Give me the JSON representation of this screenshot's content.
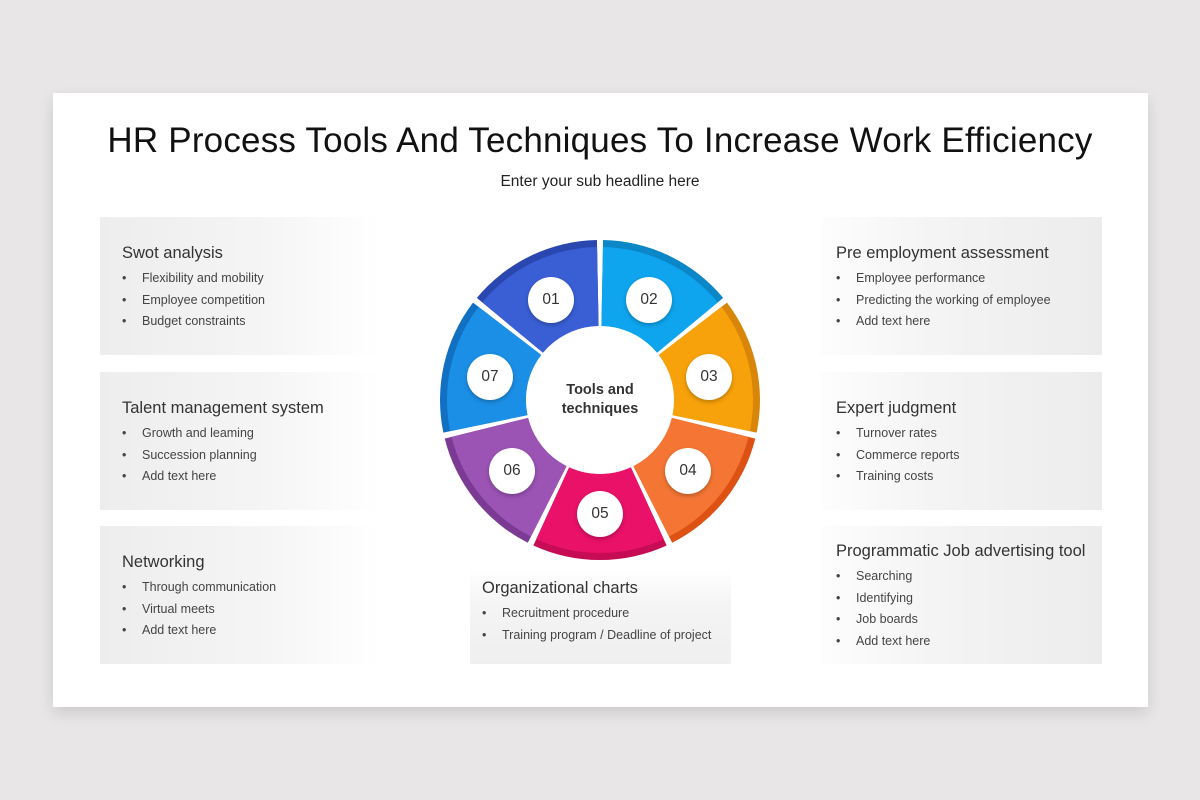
{
  "header": {
    "title": "HR Process Tools And Techniques To Increase Work Efficiency",
    "subtitle": "Enter your sub headline here"
  },
  "wheel": {
    "center_label_line1": "Tools and",
    "center_label_line2": "techniques",
    "segments": [
      {
        "number": "01",
        "color": "#3a5fd4",
        "dark": "#2a47b0"
      },
      {
        "number": "02",
        "color": "#0ea5ee",
        "dark": "#0b86c6"
      },
      {
        "number": "03",
        "color": "#f7a20a",
        "dark": "#d7860a"
      },
      {
        "number": "04",
        "color": "#f57634",
        "dark": "#dd5112"
      },
      {
        "number": "05",
        "color": "#ea1168",
        "dark": "#c50c55"
      },
      {
        "number": "06",
        "color": "#9b53b4",
        "dark": "#7b3a94"
      },
      {
        "number": "07",
        "color": "#1b8fe6",
        "dark": "#1270c2"
      }
    ]
  },
  "cards": {
    "swot": {
      "title": "Swot analysis",
      "items": [
        "Flexibility and mobility",
        "Employee competition",
        "Budget constraints"
      ]
    },
    "talent": {
      "title": "Talent management system",
      "items": [
        "Growth and leaming",
        "Succession planning",
        "Add text here"
      ]
    },
    "networking": {
      "title": "Networking",
      "items": [
        "Through communication",
        "Virtual meets",
        "Add text here"
      ]
    },
    "org_charts": {
      "title": "Organizational charts",
      "items": [
        "Recruitment procedure",
        "Training program / Deadline of project"
      ]
    },
    "pre_employment": {
      "title": "Pre employment assessment",
      "items": [
        "Employee performance",
        "Predicting the working of employee",
        "Add text here"
      ]
    },
    "expert": {
      "title": "Expert judgment",
      "items": [
        "Turnover rates",
        "Commerce reports",
        "Training costs"
      ]
    },
    "programmatic": {
      "title": "Programmatic Job advertising tool",
      "items": [
        "Searching",
        "Identifying",
        "Job boards",
        "Add text here"
      ]
    }
  },
  "bullet_glyph": "•"
}
